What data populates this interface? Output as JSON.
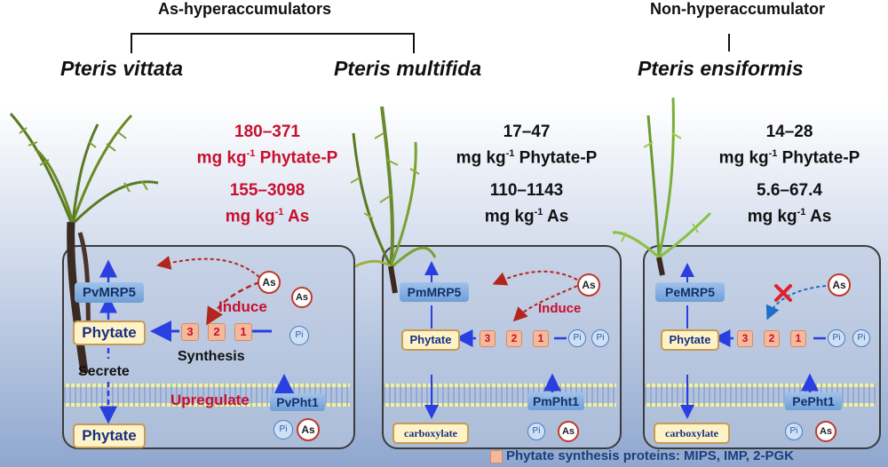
{
  "header": {
    "group_left": "As-hyperaccumulators",
    "group_right": "Non-hyperaccumulator"
  },
  "species": [
    {
      "name": "Pteris vittata"
    },
    {
      "name": "Pteris multifida"
    },
    {
      "name": "Pteris ensiformis"
    }
  ],
  "pv": {
    "phytate_range": "180–371",
    "phytate_unit": "mg kg-1 Phytate-P",
    "as_range": "155–3098",
    "as_unit": "mg kg-1 As",
    "mrp": "PvMRP5",
    "pht": "PvPht1",
    "phytate_in": "Phytate",
    "phytate_out": "Phytate",
    "induce": "Induce",
    "synthesis": "Synthesis",
    "secrete": "Secrete",
    "upregulate": "Upregulate",
    "steps": [
      "3",
      "2",
      "1"
    ],
    "pi": "Pi",
    "as": "As"
  },
  "pm": {
    "phytate_range": "17–47",
    "phytate_unit": "mg kg-1 Phytate-P",
    "as_range": "110–1143",
    "as_unit": "mg kg-1 As",
    "mrp": "PmMRP5",
    "pht": "PmPht1",
    "phytate_in": "Phytate",
    "carboxylate": "carboxylate",
    "induce": "Induce",
    "steps": [
      "3",
      "2",
      "1"
    ],
    "pi": "Pi",
    "as": "As"
  },
  "pe": {
    "phytate_range": "14–28",
    "phytate_unit": "mg kg-1 Phytate-P",
    "as_range": "5.6–67.4",
    "as_unit": "mg kg-1 As",
    "mrp": "PeMRP5",
    "pht": "PePht1",
    "phytate_in": "Phytate",
    "carboxylate": "carboxylate",
    "steps": [
      "3",
      "2",
      "1"
    ],
    "pi": "Pi",
    "as": "As"
  },
  "legend": {
    "text": "Phytate synthesis proteins: MIPS, IMP, 2-PGK"
  },
  "colors": {
    "red": "#c8102e",
    "arrow_blue": "#2a3fe0",
    "dark_red": "#b3261e"
  }
}
